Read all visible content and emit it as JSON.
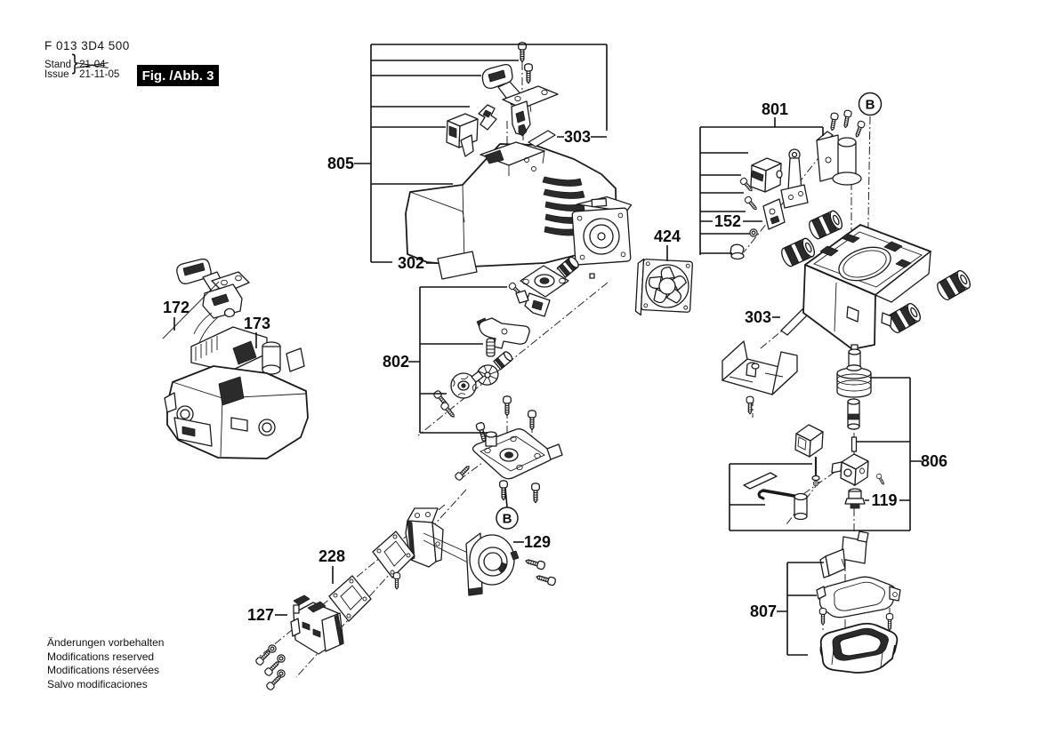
{
  "header": {
    "doc_number": "F 013 3D4 500",
    "stand_label": "Stand",
    "issue_label": "Issue",
    "brace": "}",
    "old_date": "21-04",
    "new_date": "21-11-05",
    "figure_badge": "Fig. /Abb. 3"
  },
  "footer": {
    "lines": [
      "Änderungen vorbehalten",
      "Modifications reserved",
      "Modifications réservées",
      "Salvo modificaciones"
    ]
  },
  "callouts": {
    "c805": "805",
    "c303a": "303",
    "c302": "302",
    "c802": "802",
    "c172": "172",
    "c173": "173",
    "c424": "424",
    "c801": "801",
    "c152": "152",
    "c303b": "303",
    "c806": "806",
    "c119": "119",
    "c807": "807",
    "c228": "228",
    "c127": "127",
    "c129": "129",
    "view_b": "B"
  }
}
